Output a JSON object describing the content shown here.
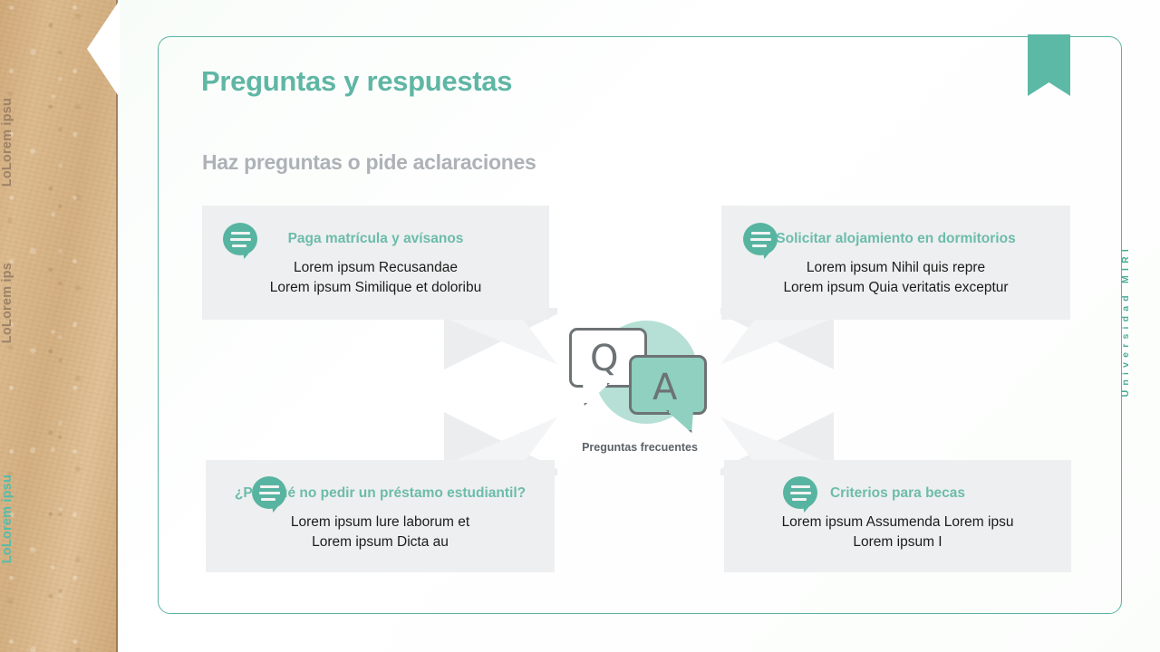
{
  "slide": {
    "title": "Preguntas y respuestas",
    "subtitle": "Haz preguntas o pide aclaraciones"
  },
  "colors": {
    "accent_teal": "#5fb6a4",
    "icon_teal": "#57b4a1",
    "card_bg": "#eeeff0",
    "subtitle_gray": "#adb2b7",
    "kraft": "#d2ad7e",
    "arrow_gray": "#ecedef",
    "qa_circle": "#b6e0d5"
  },
  "center": {
    "caption": "Preguntas frecuentes",
    "letter_question": "Q",
    "letter_answer": "A"
  },
  "cards": [
    {
      "position": "top-left",
      "icon": "speech-bubble-icon",
      "heading": "Paga matrícula y avísanos",
      "lines": [
        "Lorem ipsum Recusandae",
        "Lorem ipsum Similique et doloribu"
      ]
    },
    {
      "position": "top-right",
      "icon": "speech-bubble-icon",
      "heading": "Solicitar alojamiento en dormitorios",
      "lines": [
        "Lorem ipsum Nihil quis repre",
        "Lorem ipsum Quia veritatis exceptur"
      ]
    },
    {
      "position": "bottom-left",
      "icon": "speech-bubble-icon",
      "heading": "¿Por qué no pedir un préstamo estudiantil?",
      "lines": [
        "Lorem ipsum lure laborum et",
        "Lorem ipsum Dicta au"
      ]
    },
    {
      "position": "bottom-right",
      "icon": "speech-bubble-icon",
      "heading": "Criterios para becas",
      "lines": [
        "Lorem ipsum Assumenda Lorem ipsu",
        "Lorem ipsum I"
      ]
    }
  ],
  "sidebar": {
    "labels": [
      {
        "text": "LoLorem ipsu",
        "accent": false
      },
      {
        "text": "LoLorem ips",
        "accent": false
      },
      {
        "text": "LoLorem ipsu",
        "accent": true
      }
    ]
  },
  "brand": {
    "vertical_text": "Universidad MIRI"
  }
}
